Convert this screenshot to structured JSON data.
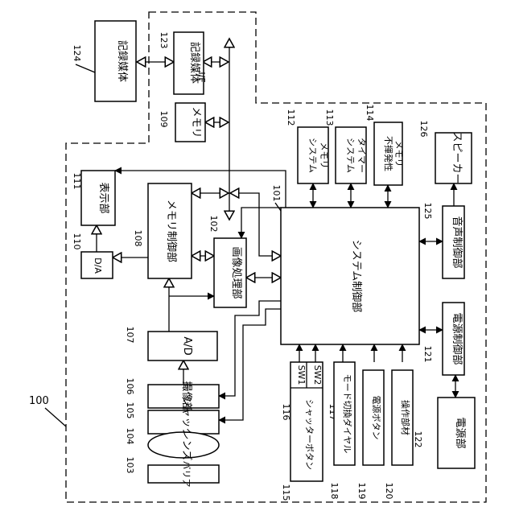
{
  "diagram": {
    "overall_ref": "100",
    "blocks": {
      "recording_medium": {
        "label": "記録媒体",
        "ref": "124"
      },
      "recording_if": {
        "label": "記録媒体",
        "sublabel": "I/F",
        "ref": "123"
      },
      "memory": {
        "label": "メモリ",
        "ref": "109"
      },
      "display": {
        "label": "表示部",
        "ref": "111"
      },
      "da": {
        "label": "D/A",
        "ref": "110"
      },
      "memory_ctrl": {
        "label": "メモリ制御部",
        "ref": "108"
      },
      "image_proc": {
        "label": "画像処理部",
        "ref": "102"
      },
      "system_ctrl": {
        "label": "システム制御部",
        "ref": "101"
      },
      "system_memory": {
        "line1": "システム",
        "line2": "メモリ",
        "ref": "112"
      },
      "system_timer": {
        "line1": "システム",
        "line2": "タイマー",
        "ref": "113"
      },
      "nonvolatile_memory": {
        "line1": "不揮発性",
        "line2": "メモリ",
        "ref": "114"
      },
      "speaker": {
        "label": "スピーカー",
        "ref": "126"
      },
      "audio_ctrl": {
        "label": "音声制御部",
        "ref": "125"
      },
      "power_ctrl": {
        "label": "電源制御部",
        "ref": "121"
      },
      "power": {
        "label": "電源部",
        "ref": "122"
      },
      "ad": {
        "label": "A/D",
        "ref": "107"
      },
      "imaging": {
        "label": "撮像部",
        "ref": "106"
      },
      "shutter": {
        "label": "シャッター",
        "ref": "105"
      },
      "lens": {
        "label": "レンズ",
        "ref": "104"
      },
      "barrier": {
        "label": "バリア",
        "ref": "103"
      },
      "shutter_button": {
        "label": "シャッターボタン",
        "ref": "115"
      },
      "sw1": {
        "label": "SW1",
        "ref": "116"
      },
      "sw2": {
        "label": "SW2",
        "ref": "117"
      },
      "mode_dial": {
        "label": "モード切換ダイヤル",
        "ref": "118"
      },
      "power_button": {
        "label": "電源ボタン",
        "ref": "119"
      },
      "operation": {
        "label": "操作部材",
        "ref": "120"
      }
    }
  }
}
